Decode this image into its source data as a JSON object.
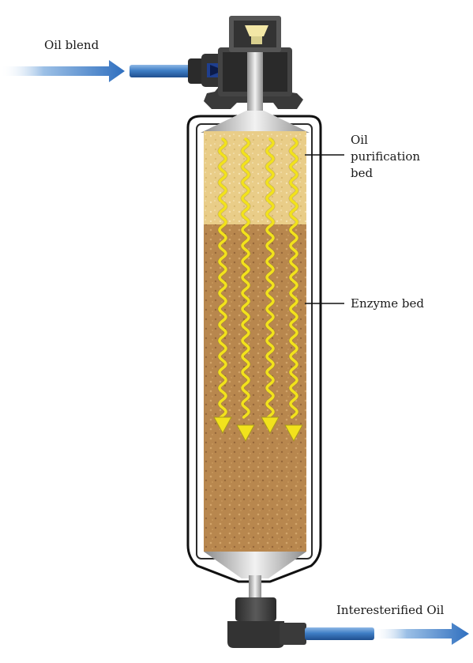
{
  "labels": {
    "inlet": "Oil blend",
    "purification_line1": "Oil",
    "purification_line2": "purification",
    "purification_line3": "bed",
    "enzyme": "Enzyme bed",
    "outlet": "Interesterified Oil"
  },
  "colors": {
    "purification_bed": "#e9cd88",
    "enzyme_bed": "#b8874e",
    "flow_arrow": "#f2e21c",
    "pipe": "#4a86c8",
    "fitting": "#3a3a3a",
    "vessel_outline": "#111111"
  }
}
